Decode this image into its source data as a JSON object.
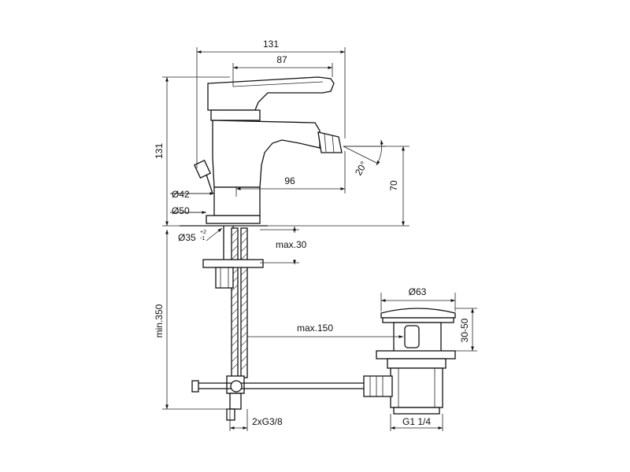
{
  "dimensions": {
    "total_width": "131",
    "lever_width": "87",
    "total_height": "131",
    "spout_reach": "96",
    "aerator_height": "70",
    "spray_angle": "20°",
    "base_diameter_42": "Ø42",
    "base_diameter_50": "Ø50",
    "hole_diameter": "Ø35",
    "hole_tol_plus": "+2",
    "hole_tol_minus": "-1",
    "max_deck_thickness": "max.30",
    "min_hose_length": "min.350",
    "max_rod_length": "max.150",
    "waste_diameter": "Ø63",
    "waste_height": "30-50",
    "waste_thread": "G1 1/4",
    "hose_thread": "2xG3/8"
  }
}
